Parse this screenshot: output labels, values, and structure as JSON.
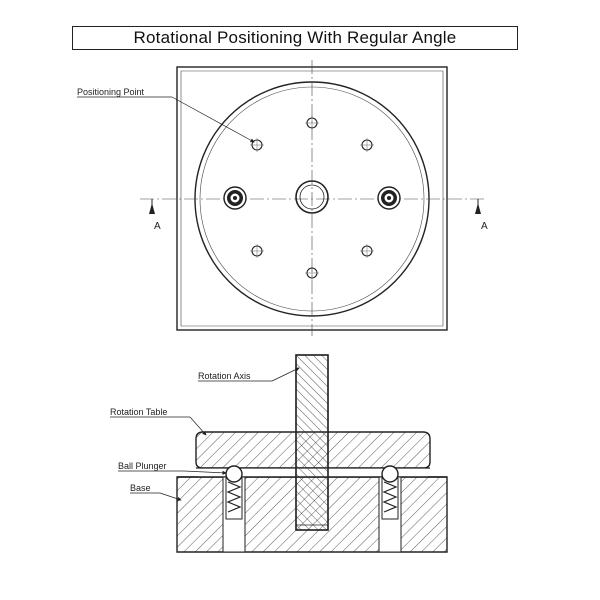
{
  "title": "Rotational Positioning With Regular Angle",
  "labels": {
    "positioning_point": "Positioning Point",
    "rotation_axis": "Rotation Axis",
    "rotation_table": "Rotation Table",
    "ball_plunger": "Ball Plunger",
    "base": "Base",
    "section_left": "A",
    "section_right": "A"
  },
  "colors": {
    "line": "#222222",
    "background": "#ffffff"
  }
}
